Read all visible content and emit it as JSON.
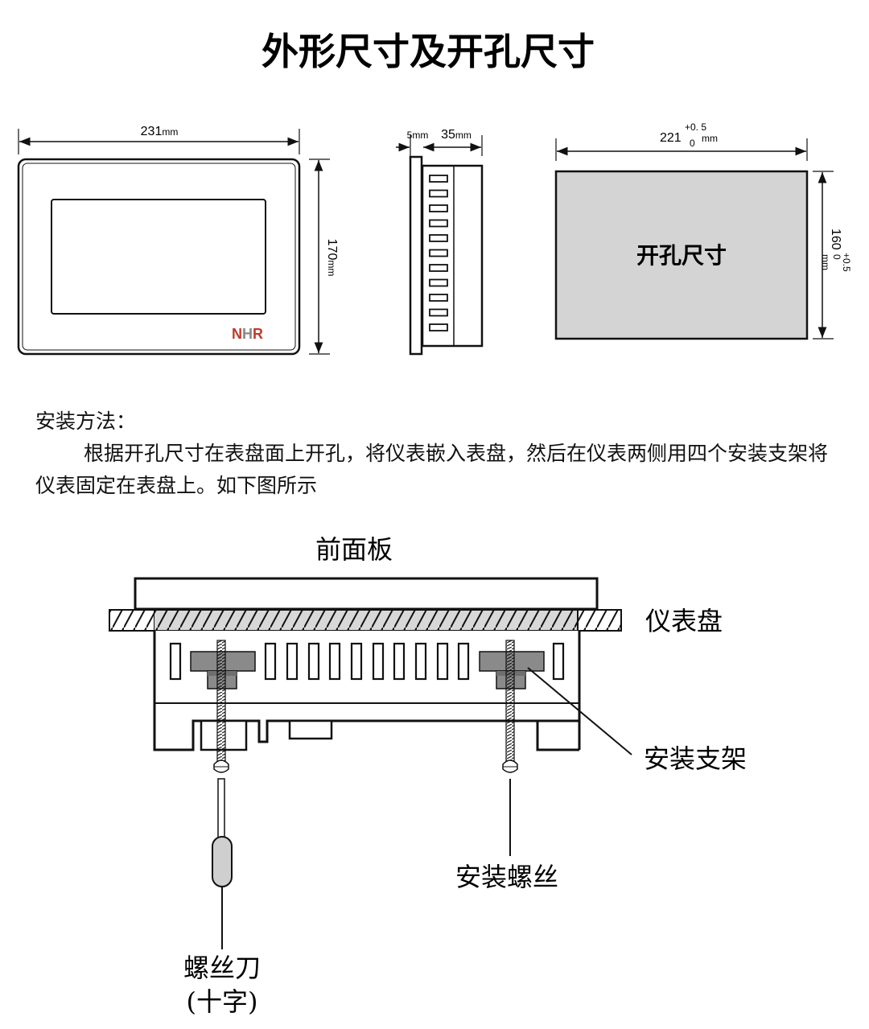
{
  "title": "外形尺寸及开孔尺寸",
  "dimensions": {
    "front_width": "231",
    "front_height": "170",
    "side_panel": "5",
    "side_depth": "35",
    "cutout_width": "221",
    "cutout_height": "160",
    "tol_plus": "+0. 5",
    "tol_plus_v": "+0.5",
    "tol_zero": "0",
    "unit": "mm"
  },
  "logo": {
    "text": "NHR",
    "colors": [
      "#c0392b",
      "#888888",
      "#c0392b"
    ]
  },
  "cutout_label": "开孔尺寸",
  "install": {
    "heading": "安装方法：",
    "body": "根据开孔尺寸在表盘面上开孔，将仪表嵌入表盘，然后在仪表两侧用四个安装支架将仪表固定在表盘上。如下图所示"
  },
  "labels": {
    "front_panel": "前面板",
    "meter_panel": "仪表盘",
    "bracket": "安装支架",
    "screw": "安装螺丝",
    "screwdriver_line1": "螺丝刀",
    "screwdriver_line2": "(十字)"
  },
  "colors": {
    "cutout_fill": "#d4d4d4",
    "bracket_fill": "#8a8a8a",
    "driver_handle": "#cfcfcf"
  }
}
